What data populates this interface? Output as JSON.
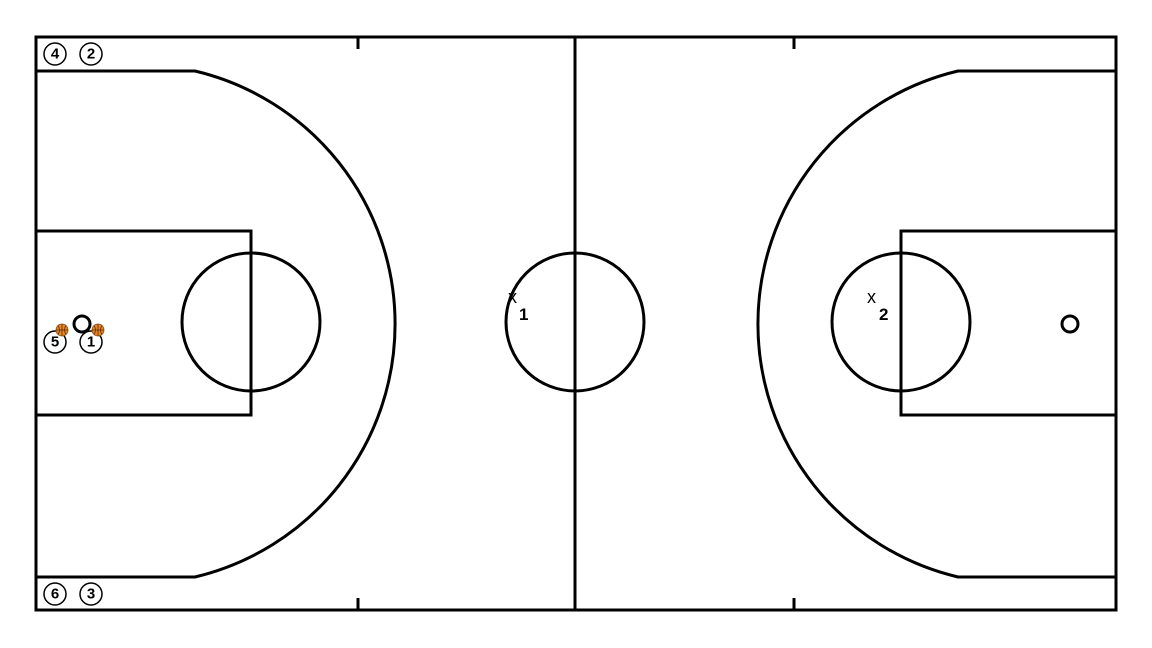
{
  "court": {
    "line_color": "#000000",
    "background": "#ffffff"
  },
  "offense": [
    {
      "number": "4"
    },
    {
      "number": "2"
    },
    {
      "number": "6"
    },
    {
      "number": "3"
    },
    {
      "number": "5",
      "has_ball": true
    },
    {
      "number": "1",
      "has_ball": true
    }
  ],
  "defense": [
    {
      "letter": "x",
      "number": "1"
    },
    {
      "letter": "x",
      "number": "2"
    }
  ],
  "ball_color": "#e8862a"
}
